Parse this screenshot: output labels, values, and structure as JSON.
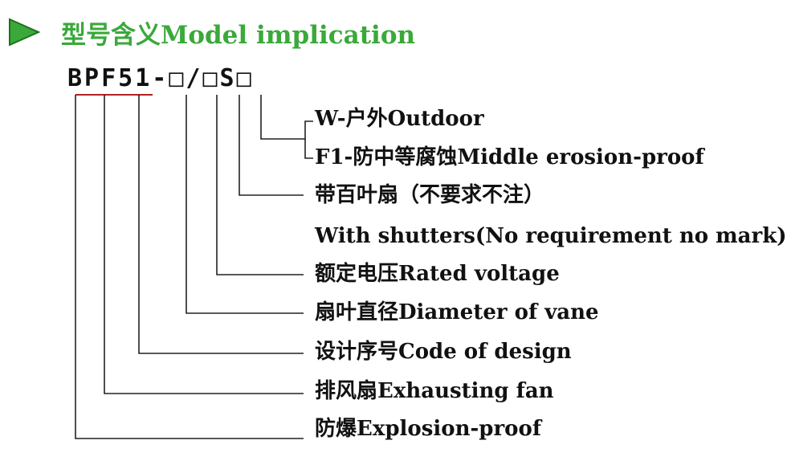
{
  "header": {
    "title": "型号含义Model implication",
    "marker_icon": "play-triangle-icon",
    "accent_color": "#3aa93a"
  },
  "model_code": "BPF51-□/□S□",
  "items": [
    {
      "label": "W-户外Outdoor"
    },
    {
      "label": "F1-防中等腐蚀Middle erosion-proof"
    },
    {
      "label": "带百叶扇（不要求不注）"
    },
    {
      "label": "With shutters(No requirement no mark)"
    },
    {
      "label": "额定电压Rated voltage"
    },
    {
      "label": "扇叶直径Diameter of vane"
    },
    {
      "label": "设计序号Code of design"
    },
    {
      "label": "排风扇Exhausting fan"
    },
    {
      "label": "防爆Explosion-proof"
    }
  ]
}
